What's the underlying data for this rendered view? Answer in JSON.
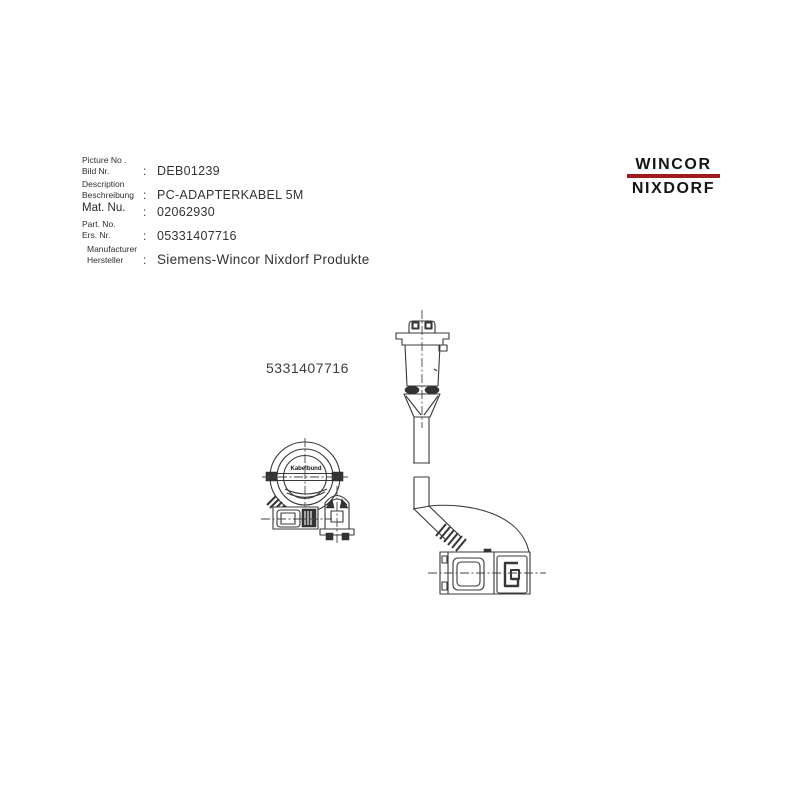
{
  "header_block": {
    "colon": ":",
    "fields": [
      {
        "label_en": "Picture No .",
        "label_de": "Bild Nr.",
        "value": "DEB01239"
      },
      {
        "label_en": "Description",
        "label_de": "Beschreibung",
        "value": "PC-ADAPTERKABEL 5M"
      },
      {
        "label_en": "Mat. Nu.",
        "label_de": "",
        "value": "02062930"
      },
      {
        "label_en": "Part. No.",
        "label_de": "Ers. Nr.",
        "value": "05331407716"
      },
      {
        "label_en": "Manufacturer",
        "label_de": "Hersteller",
        "value": "Siemens-Wincor Nixdorf Produkte"
      }
    ]
  },
  "logo": {
    "line1": "WINCOR",
    "line2": "NIXDORF",
    "bar_color": "#9e1c1e",
    "text_color": "#141414"
  },
  "drawing": {
    "part_number_label": "5331407716",
    "ferrite_label": "Kabelbund"
  }
}
